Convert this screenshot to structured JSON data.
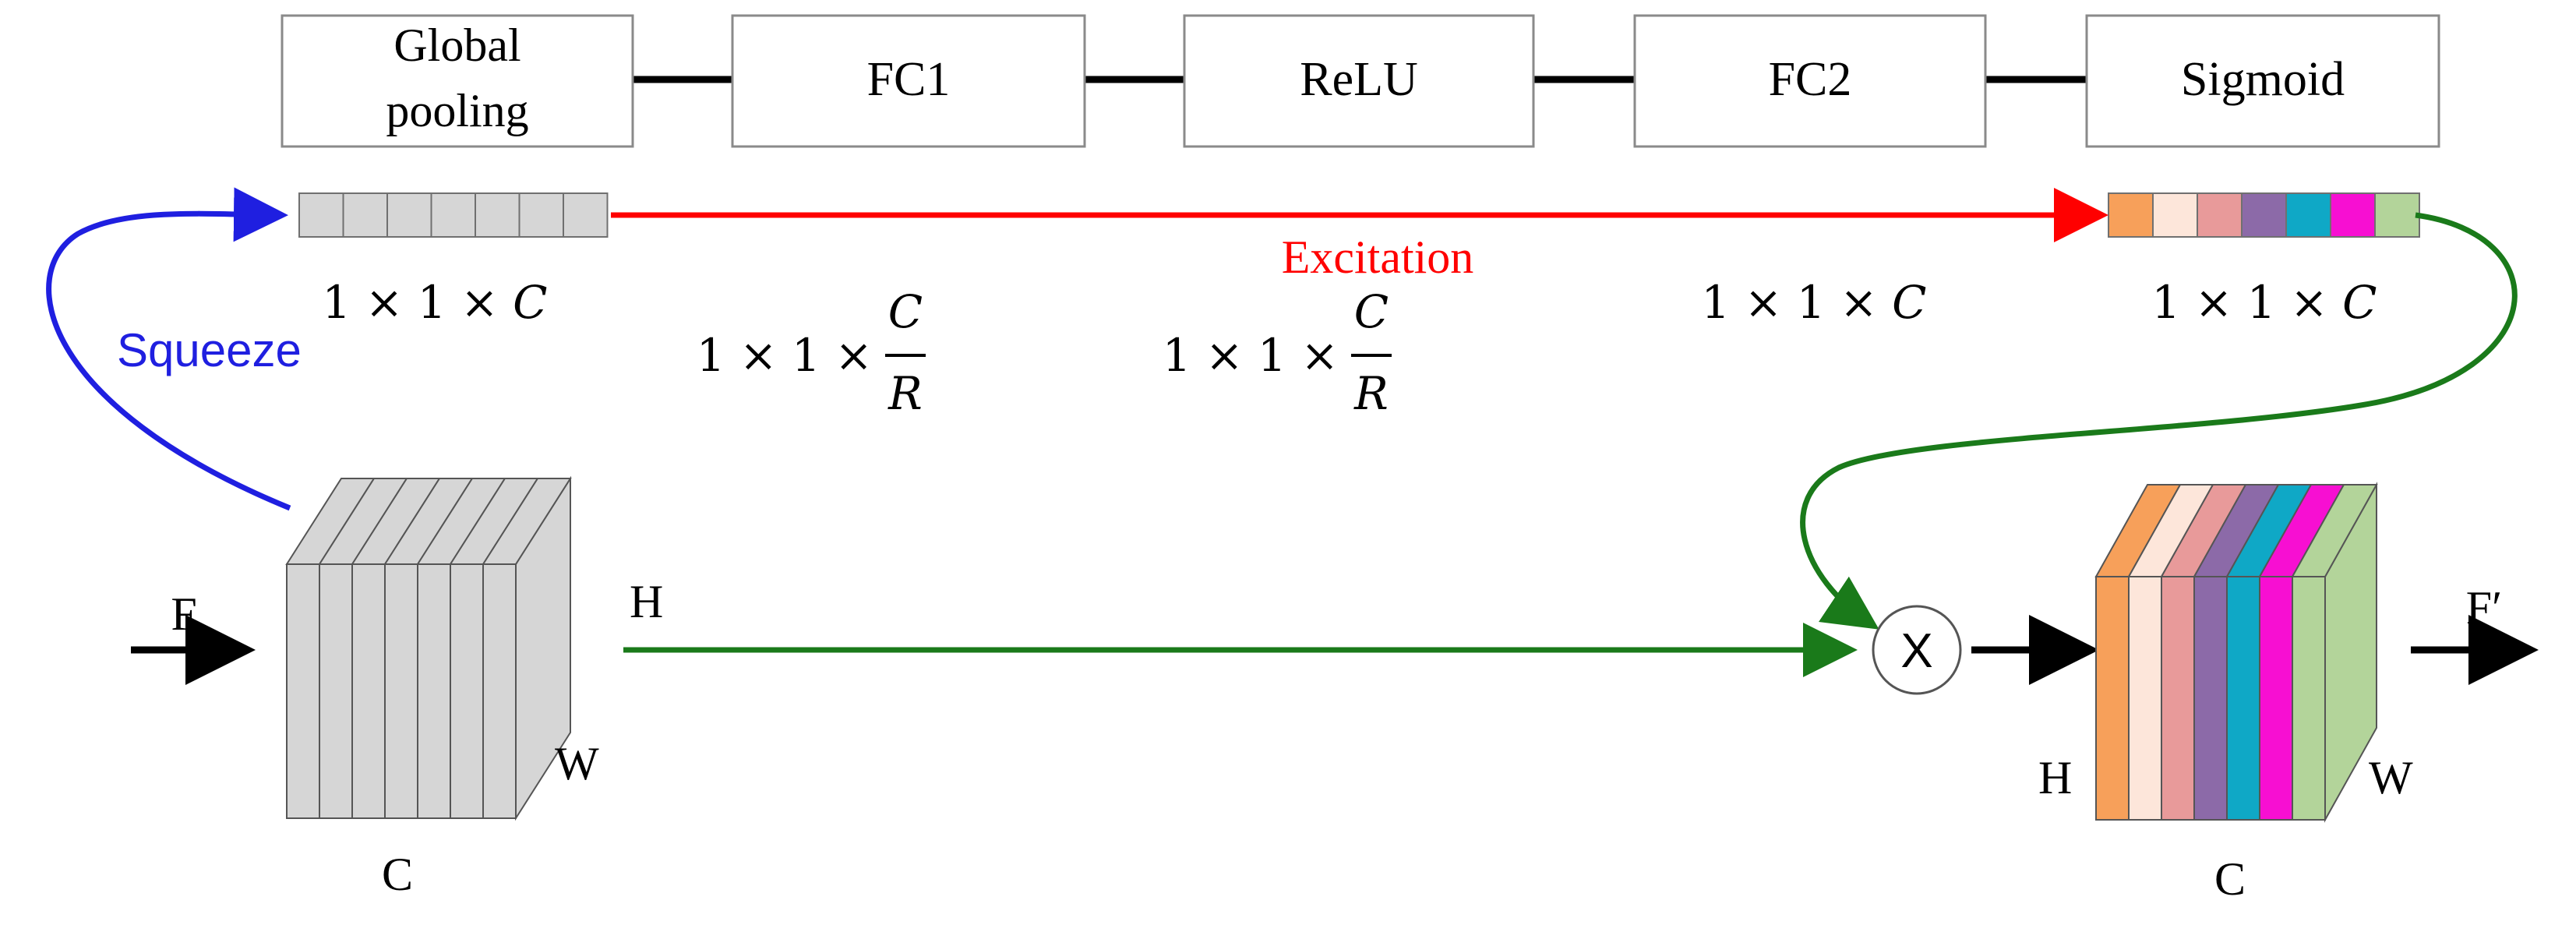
{
  "pipeline": {
    "boxes": [
      {
        "label_line1": "Global",
        "label_line2": "pooling"
      },
      {
        "label": "FC1"
      },
      {
        "label": "ReLU"
      },
      {
        "label": "FC2"
      },
      {
        "label": "Sigmoid"
      }
    ]
  },
  "dims": {
    "after_pooling": {
      "prefix": "1 × 1 × ",
      "var": "C"
    },
    "after_fc1": {
      "prefix": "1 × 1 × ",
      "num": "C",
      "den": "R"
    },
    "after_relu": {
      "prefix": "1 × 1 × ",
      "num": "C",
      "den": "R"
    },
    "after_fc2": {
      "prefix": "1 × 1 × ",
      "var": "C"
    },
    "after_sigmoid": {
      "prefix": "1 × 1 × ",
      "var": "C"
    }
  },
  "labels": {
    "squeeze": "Squeeze",
    "excitation": "Excitation",
    "input": "F",
    "output": "F′",
    "multiply": "X",
    "input_h": "H",
    "input_w": "W",
    "input_c": "C",
    "output_h": "H",
    "output_w": "W",
    "output_c": "C"
  },
  "colors": {
    "squeeze_arrow": "#1f1fe0",
    "excitation_arrow": "#ff0000",
    "scale_arrow": "#1a7a1a",
    "gray_slice": "#d6d6d6",
    "channel_weights": [
      "#f7a05a",
      "#fde6da",
      "#e89a9a",
      "#8c6aa8",
      "#0fa8c6",
      "#f70fd2",
      "#b3d49a"
    ]
  }
}
